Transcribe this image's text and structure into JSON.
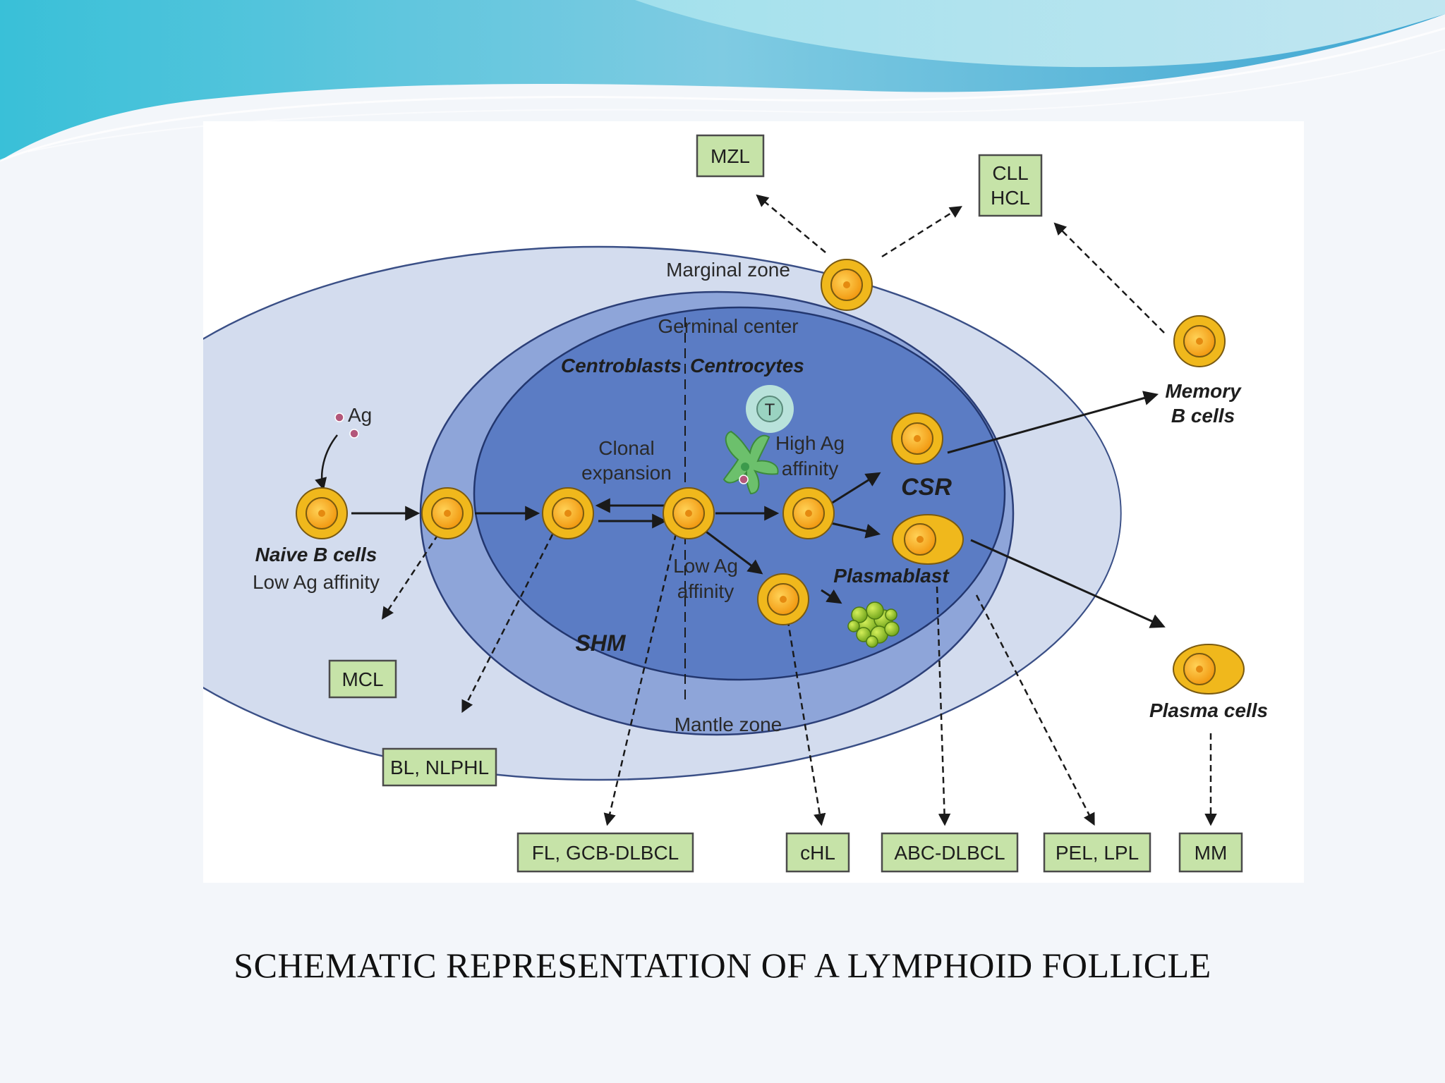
{
  "slide": {
    "title": "SCHEMATIC REPRESENTATION OF A LYMPHOID FOLLICLE"
  },
  "colors": {
    "marginal_zone": "#d3dcee",
    "mantle_zone": "#8ea5d9",
    "germinal_center": "#5b7cc4",
    "cell_ring": "#f0b81c",
    "cell_core": "#f6a21c",
    "box_fill": "#c6e3a8",
    "box_border": "#4b4b4b",
    "header_wave": "#4fb8d8"
  },
  "diagram": {
    "zones": {
      "marginal": "Marginal zone",
      "germinal": "Germinal center",
      "mantle": "Mantle zone"
    },
    "regions": {
      "centroblasts": "Centroblasts",
      "centrocytes": "Centrocytes",
      "shm": "SHM",
      "csr": "CSR"
    },
    "labels": {
      "ag": "Ag",
      "naive_line1": "Naive B cells",
      "naive_line2": "Low Ag affinity",
      "clonal_line1": "Clonal",
      "clonal_line2": "expansion",
      "high_line1": "High Ag",
      "high_line2": "affinity",
      "low_line1": "Low Ag",
      "low_line2": "affinity",
      "plasmablast": "Plasmablast",
      "memory_line1": "Memory",
      "memory_line2": "B cells",
      "plasma_cells": "Plasma cells",
      "t_cell": "T"
    },
    "boxes": {
      "mzl": "MZL",
      "cll": "CLL",
      "hcl": "HCL",
      "mcl": "MCL",
      "bl_nlphl": "BL, NLPHL",
      "fl_gcb": "FL, GCB-DLBCL",
      "chl": "cHL",
      "abc": "ABC-DLBCL",
      "pel_lpl": "PEL, LPL",
      "mm": "MM"
    }
  }
}
